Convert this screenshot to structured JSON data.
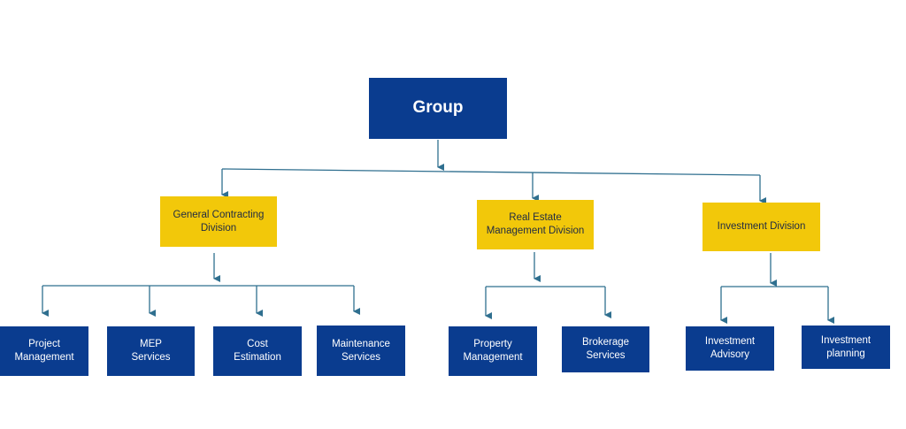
{
  "chart": {
    "root": {
      "label": "Group"
    },
    "divisions": [
      {
        "label": "General Contracting\nDivision",
        "units": [
          {
            "label": "Project\nManagement"
          },
          {
            "label": "MEP\nServices"
          },
          {
            "label": "Cost\nEstimation"
          },
          {
            "label": "Maintenance\nServices"
          }
        ]
      },
      {
        "label": "Real Estate\nManagement Division",
        "units": [
          {
            "label": "Property\nManagement"
          },
          {
            "label": "Brokerage\nServices"
          }
        ]
      },
      {
        "label": "Investment Division",
        "units": [
          {
            "label": "Investment\nAdvisory"
          },
          {
            "label": "Investment\nplanning"
          }
        ]
      }
    ]
  },
  "colors": {
    "root_fill": "#0a3c8f",
    "division_fill": "#f2c80a",
    "unit_fill": "#0a3c8f",
    "connector": "#2f6f8f"
  }
}
